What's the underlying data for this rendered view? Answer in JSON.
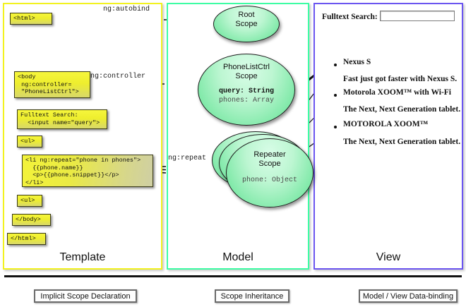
{
  "columns": {
    "template": {
      "title": "Template",
      "border_color": "#f2f21f"
    },
    "model": {
      "title": "Model",
      "border_color": "#3dfda4"
    },
    "view": {
      "title": "View",
      "border_color": "#6b55f0"
    }
  },
  "template_boxes": [
    {
      "id": "html",
      "text": "<html>"
    },
    {
      "id": "body",
      "text": "<body\n ng:controller=\n \"PhoneListCtrl\">"
    },
    {
      "id": "search",
      "text": "Fulltext Search:\n  <input name=\"query\">"
    },
    {
      "id": "ul1",
      "text": "<ul>"
    },
    {
      "id": "li",
      "text": "<li ng:repeat=\"phone in phones\">\n  {{phone.name}}\n  <p>{{phone.snippet}}</p>\n</li>"
    },
    {
      "id": "ul2",
      "text": "<ul>"
    },
    {
      "id": "body_close",
      "text": "</body>"
    },
    {
      "id": "html_close",
      "text": "</html>"
    }
  ],
  "edge_labels": {
    "autobind": "ng:autobind",
    "controller": "ng:controller",
    "repeat": "ng:repeat"
  },
  "scopes": {
    "root": {
      "name_line1": "Root",
      "name_line2": "Scope"
    },
    "phonelistctrl": {
      "name_line1": "PhoneListCtrl",
      "name_line2": "Scope",
      "prop_bold": "query: String",
      "prop_plain": "phones: Array"
    },
    "repeater": {
      "name_line1": "Repeater",
      "name_line2": "Scope",
      "prop_plain": "phone: Object"
    }
  },
  "view": {
    "search_label": "Fulltext Search:",
    "search_value": "",
    "search_placeholder": "",
    "items": [
      {
        "title": "Nexus S",
        "snippet": "Fast just got faster with Nexus S."
      },
      {
        "title": "Motorola XOOM™  with Wi-Fi",
        "snippet": "The Next, Next Generation tablet."
      },
      {
        "title": "MOTOROLA XOOM™",
        "snippet": "The Next, Next Generation tablet."
      }
    ]
  },
  "legend": [
    {
      "id": "implicit-scope-declaration",
      "label": "Implicit Scope Declaration",
      "style": "dashed-black-arrow"
    },
    {
      "id": "scope-inheritance",
      "label": "Scope Inheritance",
      "style": "solid-green-arrow",
      "color": "#00e83c"
    },
    {
      "id": "model-view-data-binding",
      "label": "Model / View Data-binding",
      "style": "double-black-arrow"
    }
  ]
}
